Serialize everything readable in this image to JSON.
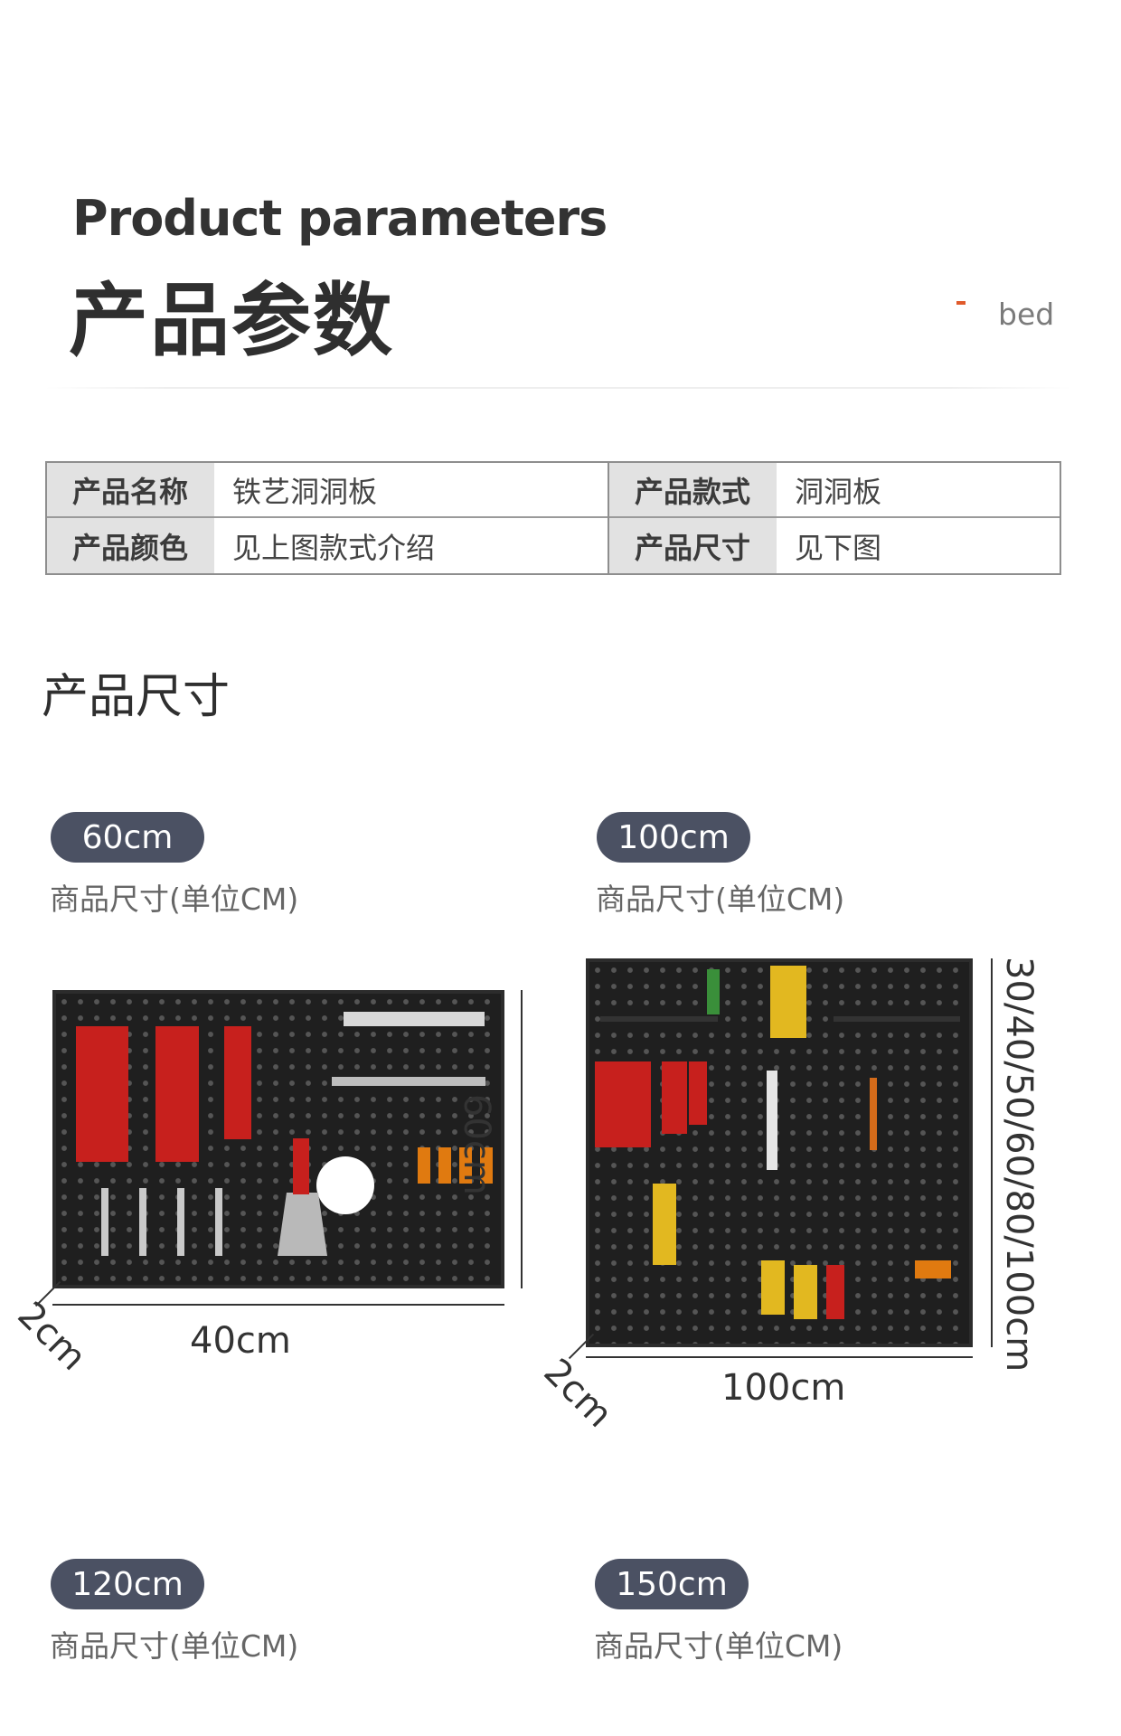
{
  "header": {
    "title_en": "Product parameters",
    "title_zh": "产品参数",
    "tag": "bed"
  },
  "params": {
    "left": [
      {
        "key": "产品名称",
        "value": "铁艺洞洞板"
      },
      {
        "key": "产品颜色",
        "value": "见上图款式介绍"
      }
    ],
    "right": [
      {
        "key": "产品款式",
        "value": "洞洞板"
      },
      {
        "key": "产品尺寸",
        "value": "见下图"
      }
    ]
  },
  "size_section": {
    "heading": "产品尺寸",
    "items": [
      {
        "label": "60cm",
        "caption": "商品尺寸(单位CM)"
      },
      {
        "label": "100cm",
        "caption": "商品尺寸(单位CM)"
      },
      {
        "label": "120cm",
        "caption": "商品尺寸(单位CM)"
      },
      {
        "label": "150cm",
        "caption": "商品尺寸(单位CM)"
      }
    ]
  },
  "diagrams": {
    "small": {
      "depth": "2cm",
      "width": "40cm",
      "height": "60cm"
    },
    "large": {
      "depth": "2cm",
      "width": "100cm",
      "height": "30/40/50/60/80/100cm"
    }
  },
  "colors": {
    "pill_bg": "#4b5163",
    "accent_dash": "#e05a2b",
    "table_key_bg": "#e2e2e2"
  }
}
